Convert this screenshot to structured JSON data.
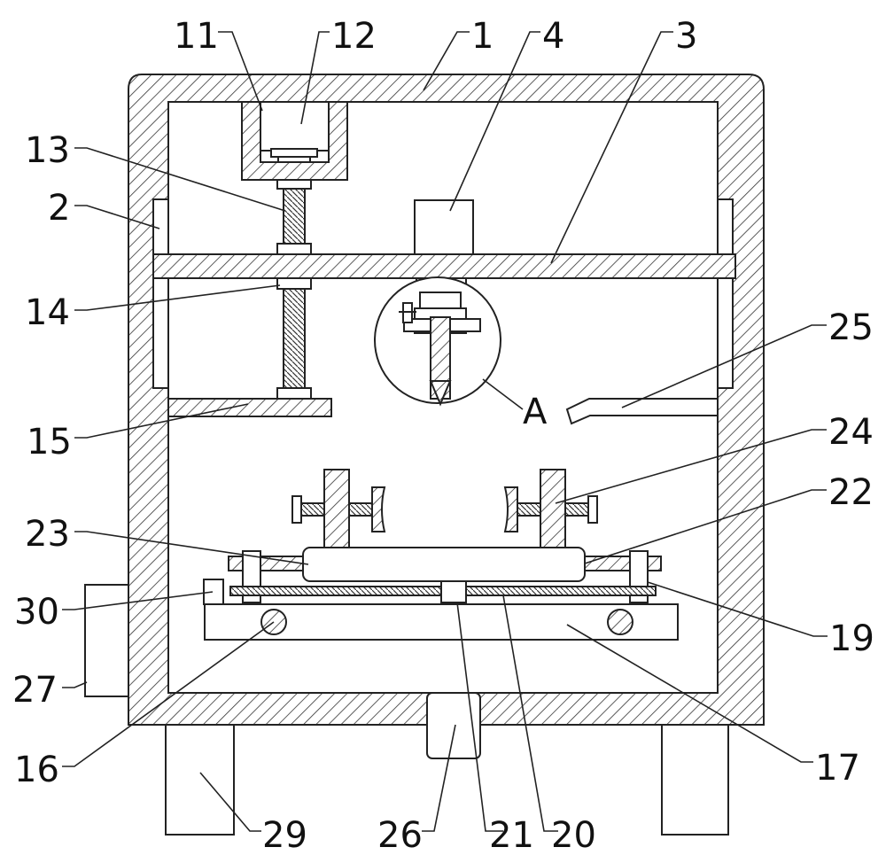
{
  "diagram": {
    "labels": {
      "l1": "1",
      "l2": "2",
      "l3": "3",
      "l4": "4",
      "l11": "11",
      "l12": "12",
      "l13": "13",
      "l14": "14",
      "l15": "15",
      "l16": "16",
      "l17": "17",
      "l19": "19",
      "l20": "20",
      "l21": "21",
      "l22": "22",
      "l23": "23",
      "l24": "24",
      "l25": "25",
      "l26": "26",
      "l27": "27",
      "l29": "29",
      "l30": "30",
      "detail": "A"
    },
    "colors": {
      "line": "#222222",
      "hatch": "#333333",
      "background": "#ffffff"
    }
  }
}
